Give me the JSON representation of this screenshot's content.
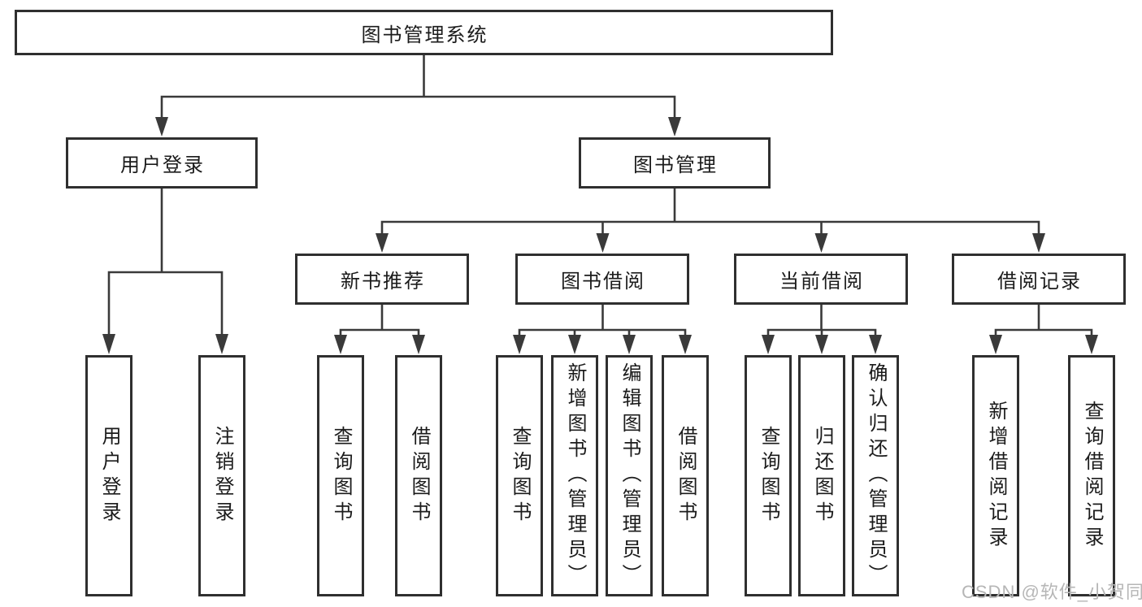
{
  "diagram": {
    "root": {
      "label": "图书管理系统"
    },
    "level2": [
      {
        "label": "用户登录"
      },
      {
        "label": "图书管理"
      }
    ],
    "level3": [
      {
        "label": "新书推荐",
        "parent": "图书管理"
      },
      {
        "label": "图书借阅",
        "parent": "图书管理"
      },
      {
        "label": "当前借阅",
        "parent": "图书管理"
      },
      {
        "label": "借阅记录",
        "parent": "图书管理"
      }
    ],
    "leaves": [
      {
        "label": "用户登录",
        "parent": "用户登录"
      },
      {
        "label": "注销登录",
        "parent": "用户登录"
      },
      {
        "label": "查询图书",
        "parent": "新书推荐"
      },
      {
        "label": "借阅图书",
        "parent": "新书推荐"
      },
      {
        "label": "查询图书",
        "parent": "图书借阅"
      },
      {
        "label": "新增图书（管理员）",
        "parent": "图书借阅"
      },
      {
        "label": "编辑图书（管理员）",
        "parent": "图书借阅"
      },
      {
        "label": "借阅图书",
        "parent": "图书借阅"
      },
      {
        "label": "查询图书",
        "parent": "当前借阅"
      },
      {
        "label": "归还图书",
        "parent": "当前借阅"
      },
      {
        "label": "确认归还（管理员）",
        "parent": "当前借阅"
      },
      {
        "label": "新增借阅记录",
        "parent": "借阅记录"
      },
      {
        "label": "查询借阅记录",
        "parent": "借阅记录"
      }
    ]
  },
  "watermark": {
    "text": "CSDN @软件_小贺同学"
  },
  "colors": {
    "bg": "#ffffff",
    "line": "#3a3a3a",
    "box_border": "#2f2f2f",
    "text": "#1b1b1b",
    "watermark": "#b6b6b6"
  }
}
